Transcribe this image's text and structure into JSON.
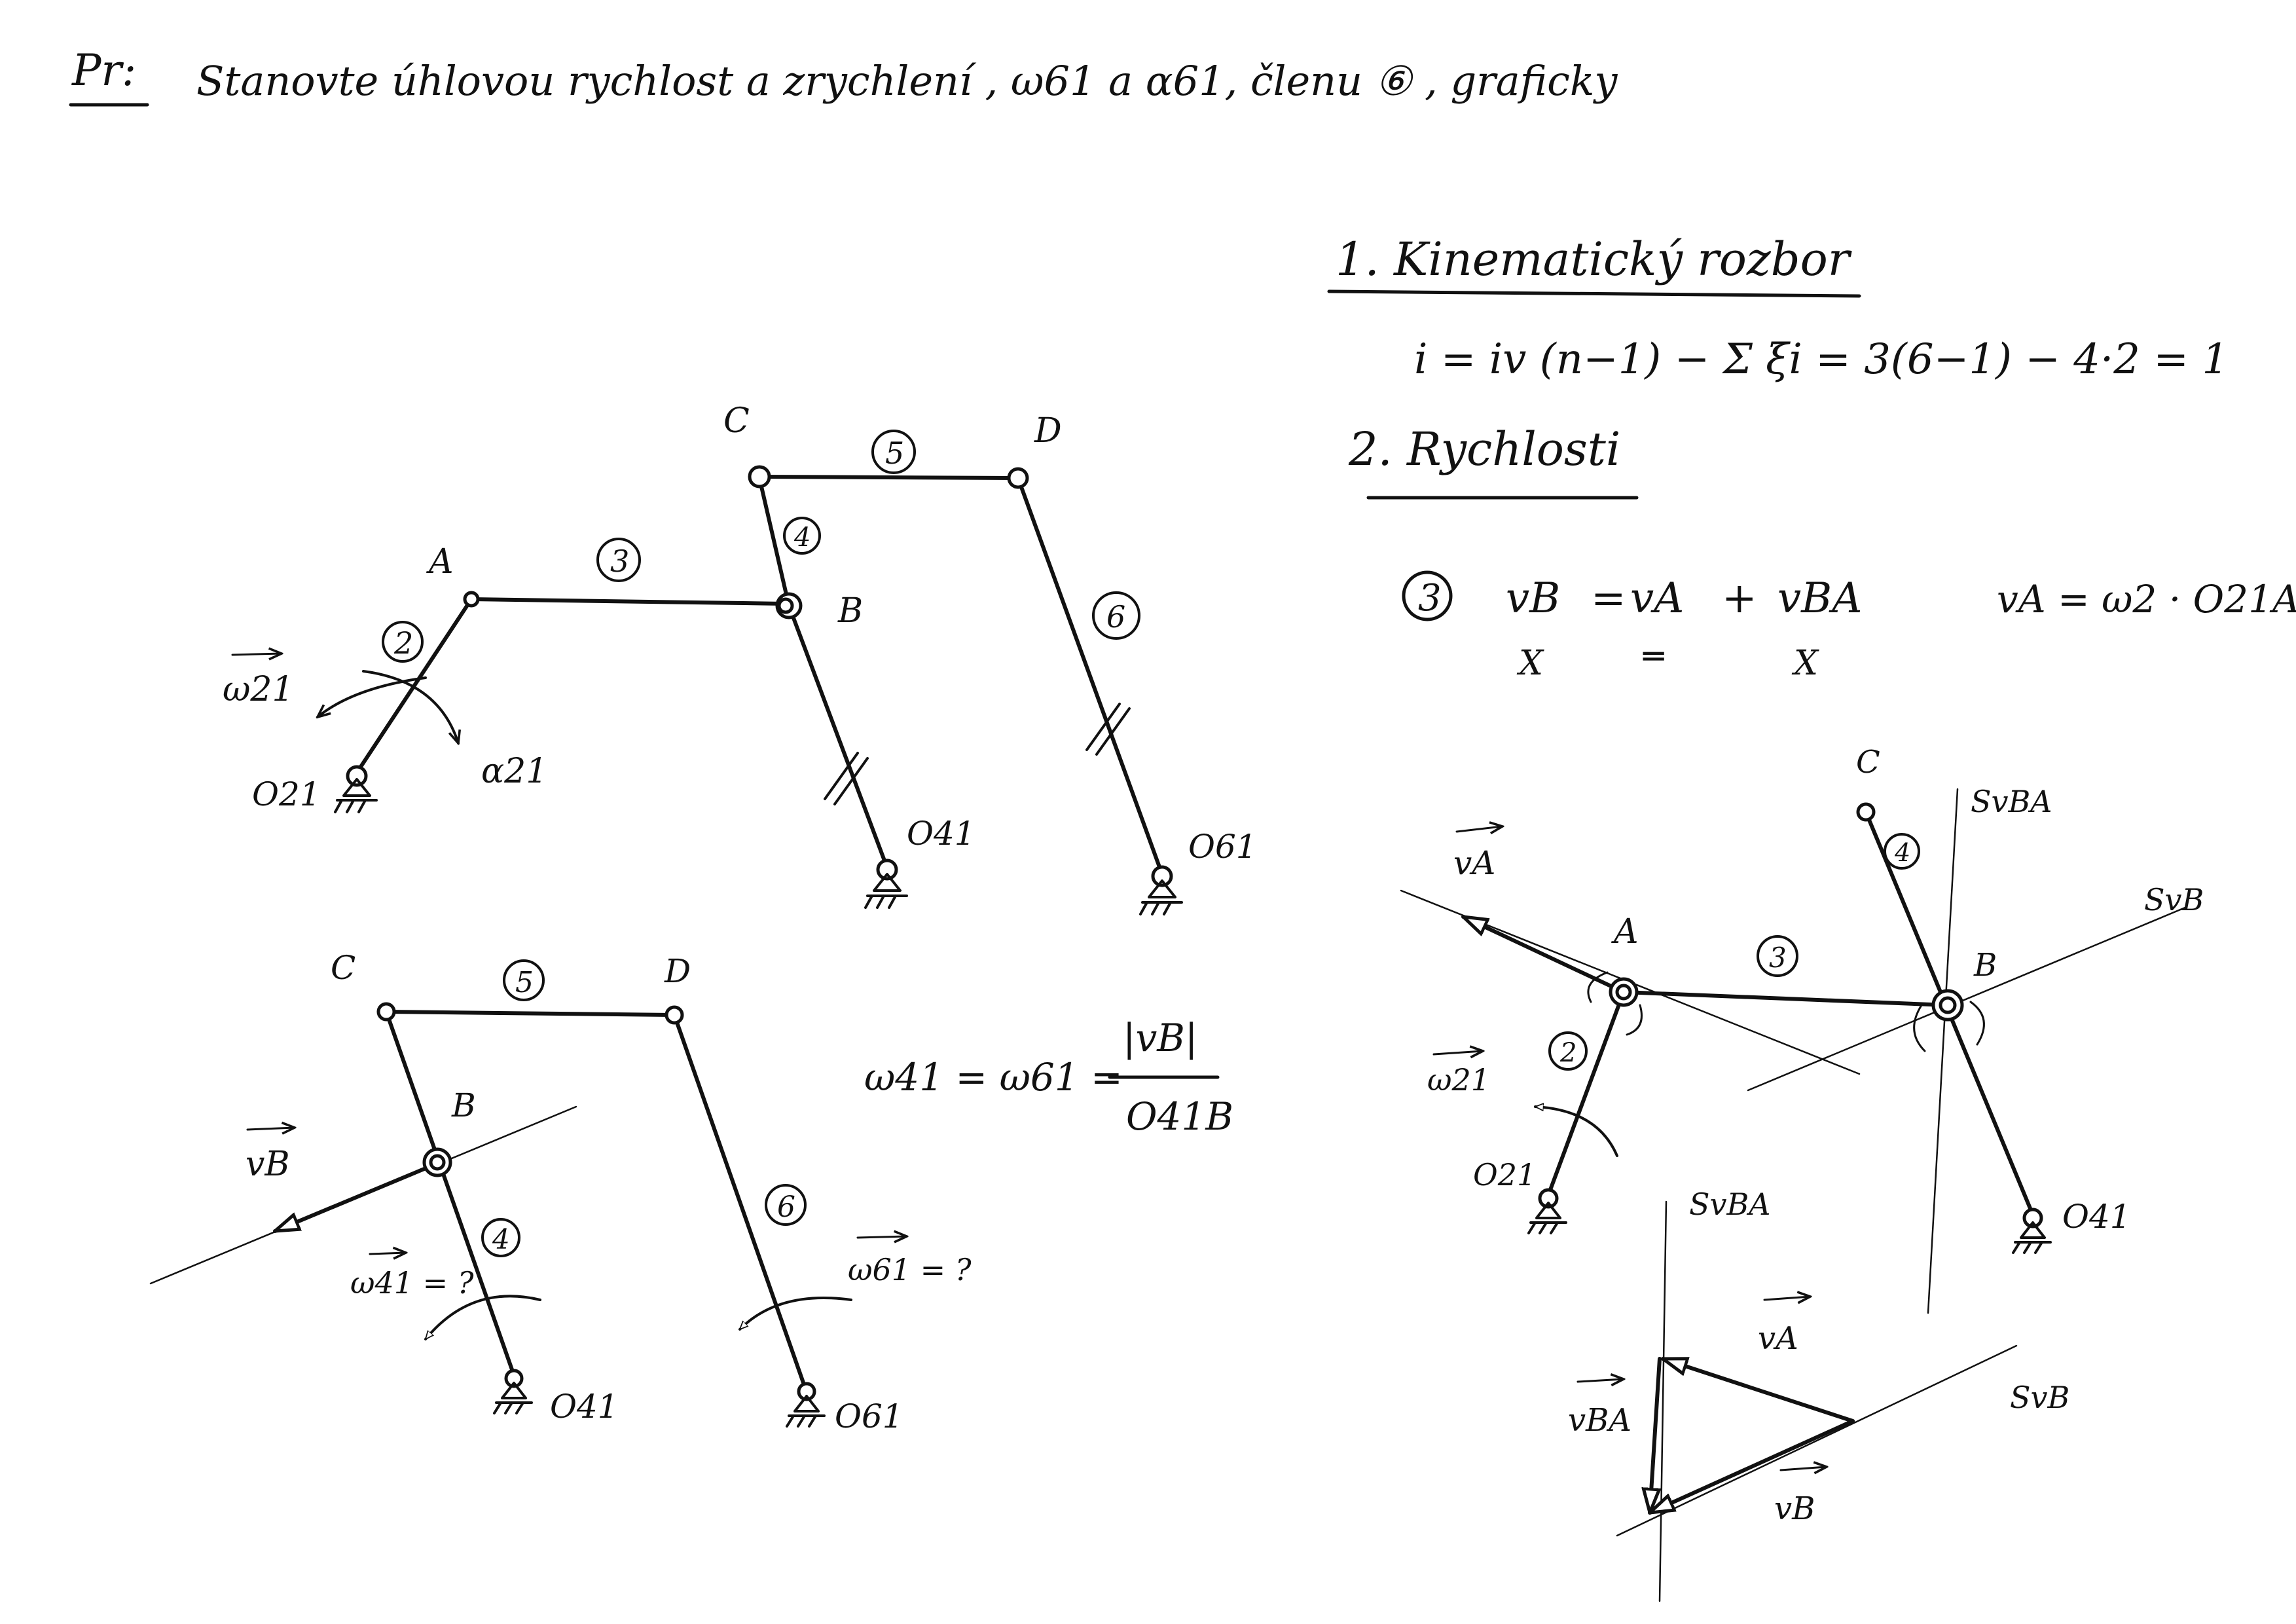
{
  "header": {
    "prefix": "Pr:",
    "task": "Stanovte úhlovou rychlost a zrychlení , ω61 a α61, členu ⑥ , graficky"
  },
  "sections": {
    "s1_title": "1. Kinematický rozbor",
    "s1_formula": "i = iv (n−1) − Σ ξi = 3(6−1) − 4·2 = 1",
    "s2_title": "2. Rychlosti"
  },
  "velocity_equation": {
    "member": "3",
    "lhs": "vB",
    "eq": "=",
    "term1": "vA",
    "plus": "+",
    "term2": "vBA",
    "mark_lhs": "X",
    "mark_term1": "═",
    "mark_term2": "X",
    "va_formula": "vA = ω2 · O21A"
  },
  "omega_relation": {
    "lhs": "ω41 = ω61 =",
    "numerator": "|vB|",
    "denominator": "O41B"
  },
  "mechanism_top": {
    "points": {
      "A": "A",
      "B": "B",
      "C": "C",
      "D": "D",
      "O21": "O21",
      "O41": "O41",
      "O61": "O61"
    },
    "members": {
      "m2": "2",
      "m3": "3",
      "m4": "4",
      "m5": "5",
      "m6": "6"
    },
    "omega21": "ω21",
    "alpha21": "α21"
  },
  "mechanism_bottom": {
    "points": {
      "B": "B",
      "C": "C",
      "D": "D",
      "O41": "O41",
      "O61": "O61"
    },
    "members": {
      "m4": "4",
      "m5": "5",
      "m6": "6"
    },
    "vB": "vB",
    "omega41": "ω41 = ?",
    "omega61": "ω61 = ?"
  },
  "mechanism_right": {
    "points": {
      "A": "A",
      "B": "B",
      "C": "C",
      "O21": "O21",
      "O41": "O41"
    },
    "members": {
      "m2": "2",
      "m3": "3",
      "m4": "4"
    },
    "vA": "vA",
    "omega21": "ω21",
    "s_vBA": "SvBA",
    "s_vB": "SvB"
  },
  "velocity_polygon": {
    "s_vBA": "SvBA",
    "s_vB": "SvB",
    "vA": "vA",
    "vBA": "vBA",
    "vB": "vB"
  }
}
